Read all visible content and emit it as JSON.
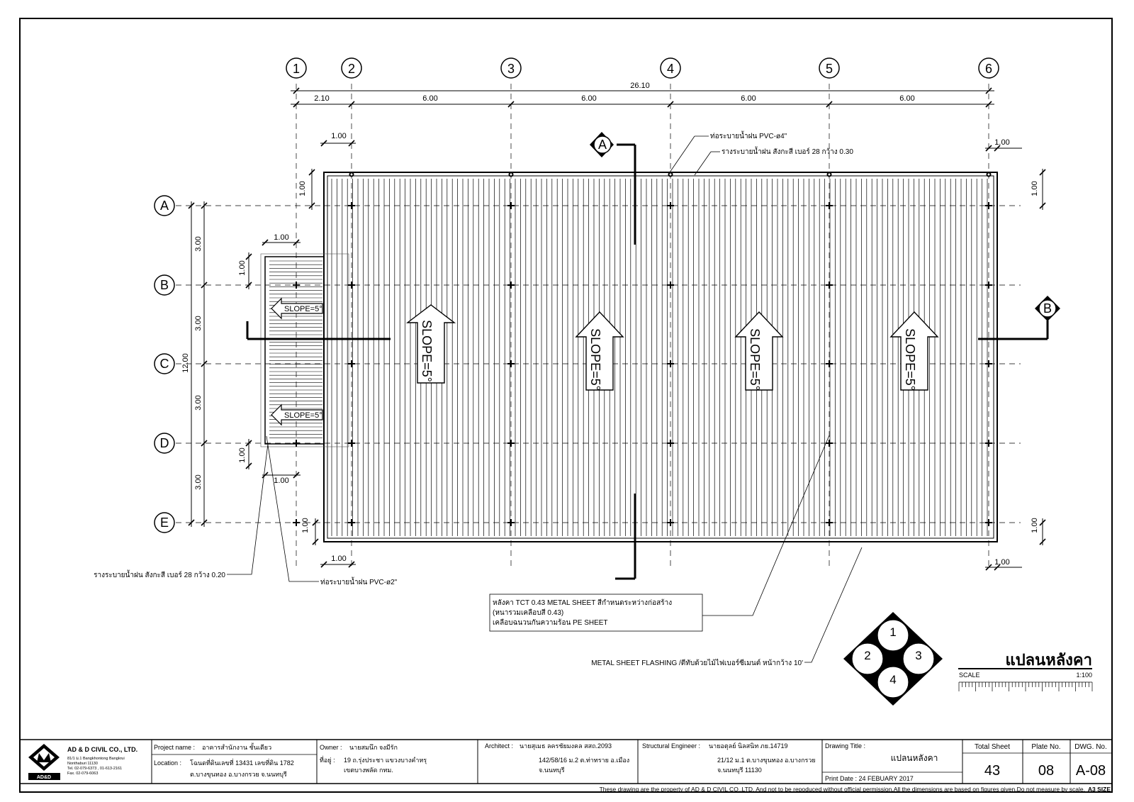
{
  "grid": {
    "columns": [
      "1",
      "2",
      "3",
      "4",
      "5",
      "6"
    ],
    "rows": [
      "A",
      "B",
      "C",
      "D",
      "E"
    ]
  },
  "dimensions": {
    "overall_width": "26.10",
    "spans": [
      "2.10",
      "6.00",
      "6.00",
      "6.00",
      "6.00"
    ],
    "row_spans": [
      "3.00",
      "3.00",
      "3.00",
      "3.00"
    ],
    "overall_height": "12.00",
    "overhang": "1.00"
  },
  "sections": {
    "a": "A",
    "b": "B"
  },
  "slope_label": "SLOPE=5°",
  "notes": {
    "downpipe_4": "ท่อระบายน้ำฝน PVC-ø4\"",
    "gutter_030": "รางระบายน้ำฝน สังกะสี เบอร์ 28 กว้าง 0.30",
    "gutter_020": "รางระบายน้ำฝน สังกะสี เบอร์ 28 กว้าง 0.20",
    "downpipe_2": "ท่อระบายน้ำฝน PVC-ø2\"",
    "roof_line1": "หลังคา TCT 0.43 METAL SHEET สีกำหนดระหว่างก่อสร้าง",
    "roof_line2": "(หนารวมเคลือบสี 0.43)",
    "roof_line3": "เคลือบฉนวนกันความร้อน PE SHEET",
    "flashing": "METAL SHEET FLASHING /ตีทับด้วยไม้ไฟเบอร์ซีเมนต์ หน้ากว้าง 10'"
  },
  "key_plan": [
    "1",
    "2",
    "3",
    "4"
  ],
  "plan_title": "แปลนหลังคา",
  "scale_label": "SCALE",
  "scale_value": "1:100",
  "title_block": {
    "company_name": "AD & D CIVIL CO., LTD.",
    "company_addr1": "81/1 ม.1 Bangkhontong Bangkrui",
    "company_addr2": "Nonthaburi 11130",
    "company_tel": "Tel. 02-079-6373 , 01-613-2161",
    "company_fax": "Fax. 02-079-6063",
    "logo_text": "AD&D",
    "project_label": "Project name :",
    "project_value": "อาคารสำนักงาน ชั้นเดียว",
    "location_label": "Location :",
    "location_line1": "โฉนดที่ดินเลขที่ 13431 เลขที่ดิน 1782",
    "location_line2": "ต.บางขุนทอง อ.บางกรวย จ.นนทบุรี",
    "owner_label": "Owner :",
    "owner_value": "นายสมนึก จงมีรัก",
    "owner_addr_label": "ที่อยู่ :",
    "owner_addr1": "19 ถ.รุ่งประชา แขวงบางคำหรุ",
    "owner_addr2": "เขตบางพลัด กทม.",
    "architect_label": "Architect :",
    "architect_value": "นายสุเมธ ลครชัยมงคล สสถ.2093",
    "architect_addr1": "142/58/16 ม.2 ต.ท่าทราย อ.เมือง",
    "architect_addr2": "จ.นนทบุรี",
    "engineer_label": "Structural Engineer :",
    "engineer_value": "นายอตุลย์ นิลสนิท ภย.14719",
    "engineer_addr1": "21/12 ม.1 ต.บางขุนทอง อ.บางกรวย",
    "engineer_addr2": "จ.นนทบุรี 11130",
    "drawing_title_label": "Drawing Title :",
    "drawing_title_value": "แปลนหลังคา",
    "print_date": "Print Date : 24 FEBUARY 2017",
    "total_sheet_label": "Total Sheet",
    "total_sheet_value": "43",
    "plate_label": "Plate No.",
    "plate_value": "08",
    "dwg_label": "DWG. No.",
    "dwg_value": "A-08"
  },
  "footer_note": "These drawing are the property of AD & D CIVIL CO.,LTD. And not to be repoduced without official permission.All the dimensions are based on figures given.Do not measure by scale.",
  "sheet_size": "A3 SIZE"
}
